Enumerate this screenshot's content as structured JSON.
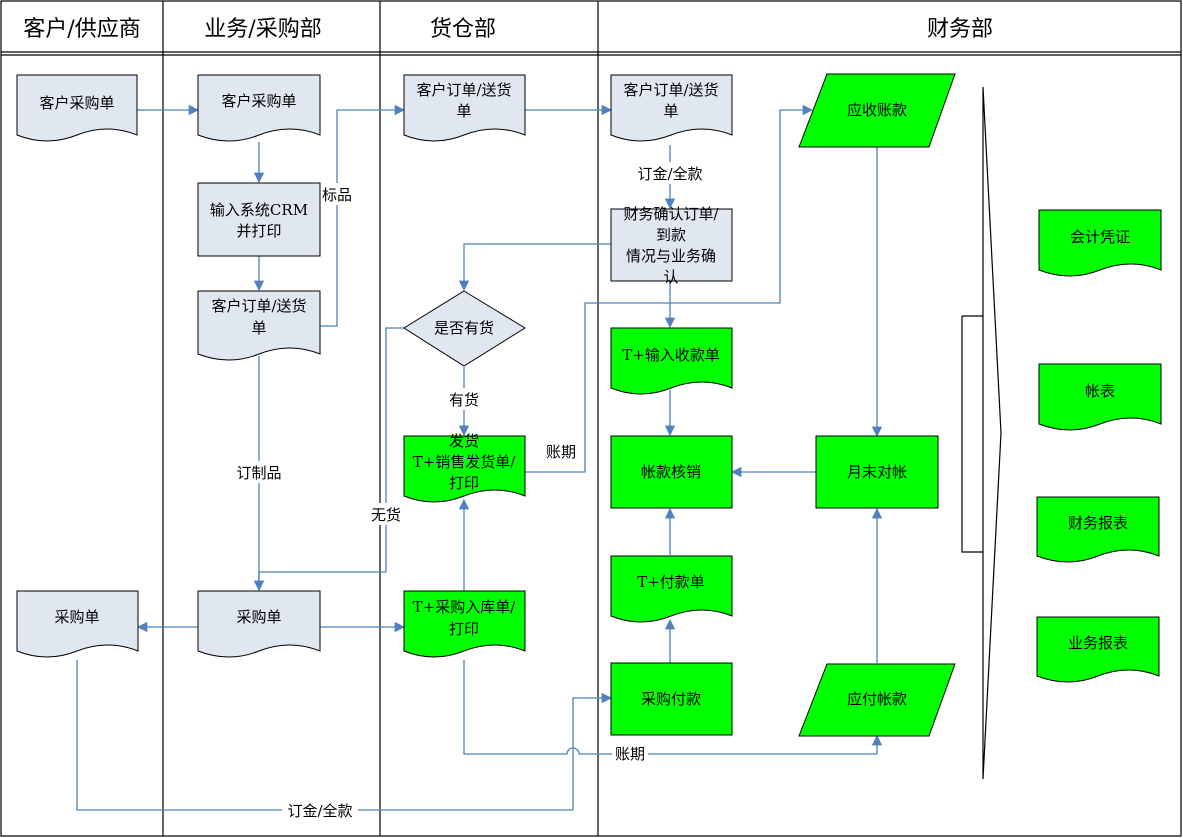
{
  "lanes": {
    "customer": "客户/供应商",
    "business": "业务/采购部",
    "warehouse": "货仓部",
    "finance": "财务部"
  },
  "nodes": {
    "cust_po": "客户采购单",
    "biz_po": "客户采购单",
    "crm_l1": "输入系统CRM",
    "crm_l2": "并打印",
    "biz_order_l1": "客户订单/送货",
    "biz_order_l2": "单",
    "wh_order_l1": "客户订单/送货",
    "wh_order_l2": "单",
    "fin_order_l1": "客户订单/送货",
    "fin_order_l2": "单",
    "confirm_l1": "财务确认订单/",
    "confirm_l2": "到款",
    "confirm_l3": "情况与业务确",
    "confirm_l4": "认",
    "in_stock_q": "是否有货",
    "ship_l1": "发货",
    "ship_l2": "T+销售发货单/",
    "ship_l3": "打印",
    "receipt": "T+输入收款单",
    "writeoff": "帐款核销",
    "pay_slip": "T+付款单",
    "purchase_pay": "采购付款",
    "receivable": "应收账款",
    "monthly_check": "月末对帐",
    "payable": "应付帐款",
    "cust_purchase": "采购单",
    "biz_purchase": "采购单",
    "stockin_l1": "T+采购入库单/",
    "stockin_l2": "打印",
    "voucher": "会计凭证",
    "ledger": "帐表",
    "fin_report": "财务报表",
    "biz_report": "业务报表"
  },
  "edge_labels": {
    "standard": "标品",
    "custom": "订制品",
    "deposit_top": "订金/全款",
    "in_stock": "有货",
    "out_stock": "无货",
    "credit_term_sales": "账期",
    "credit_term_purchase": "账期",
    "deposit_bottom": "订金/全款"
  },
  "colors": {
    "doc_fill": "#e1e7f0",
    "green_fill": "#00ff00",
    "edge": "#4f81bd"
  }
}
